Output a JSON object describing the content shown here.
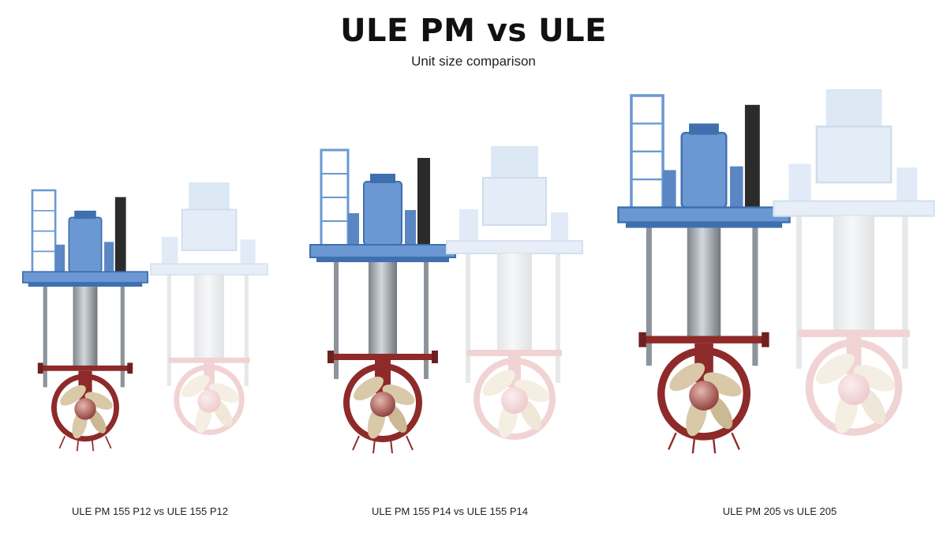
{
  "header": {
    "title": "ULE PM vs ULE",
    "subtitle": "Unit size comparison"
  },
  "comparisons": [
    {
      "caption": "ULE PM 155 P12 vs ULE 155 P12"
    },
    {
      "caption": "ULE PM 155 P14 vs ULE 155 P14"
    },
    {
      "caption": "ULE PM 205 vs ULE 205"
    }
  ],
  "colors": {
    "pm_blue": "#6b98d3",
    "pm_blue_dark": "#3f6fae",
    "steel": "#9aa0a6",
    "hull_red": "#8e2a2a",
    "blade": "#d9c9a8",
    "ghost_blue": "#dde8f5",
    "ghost_red": "#f1d3d3"
  }
}
